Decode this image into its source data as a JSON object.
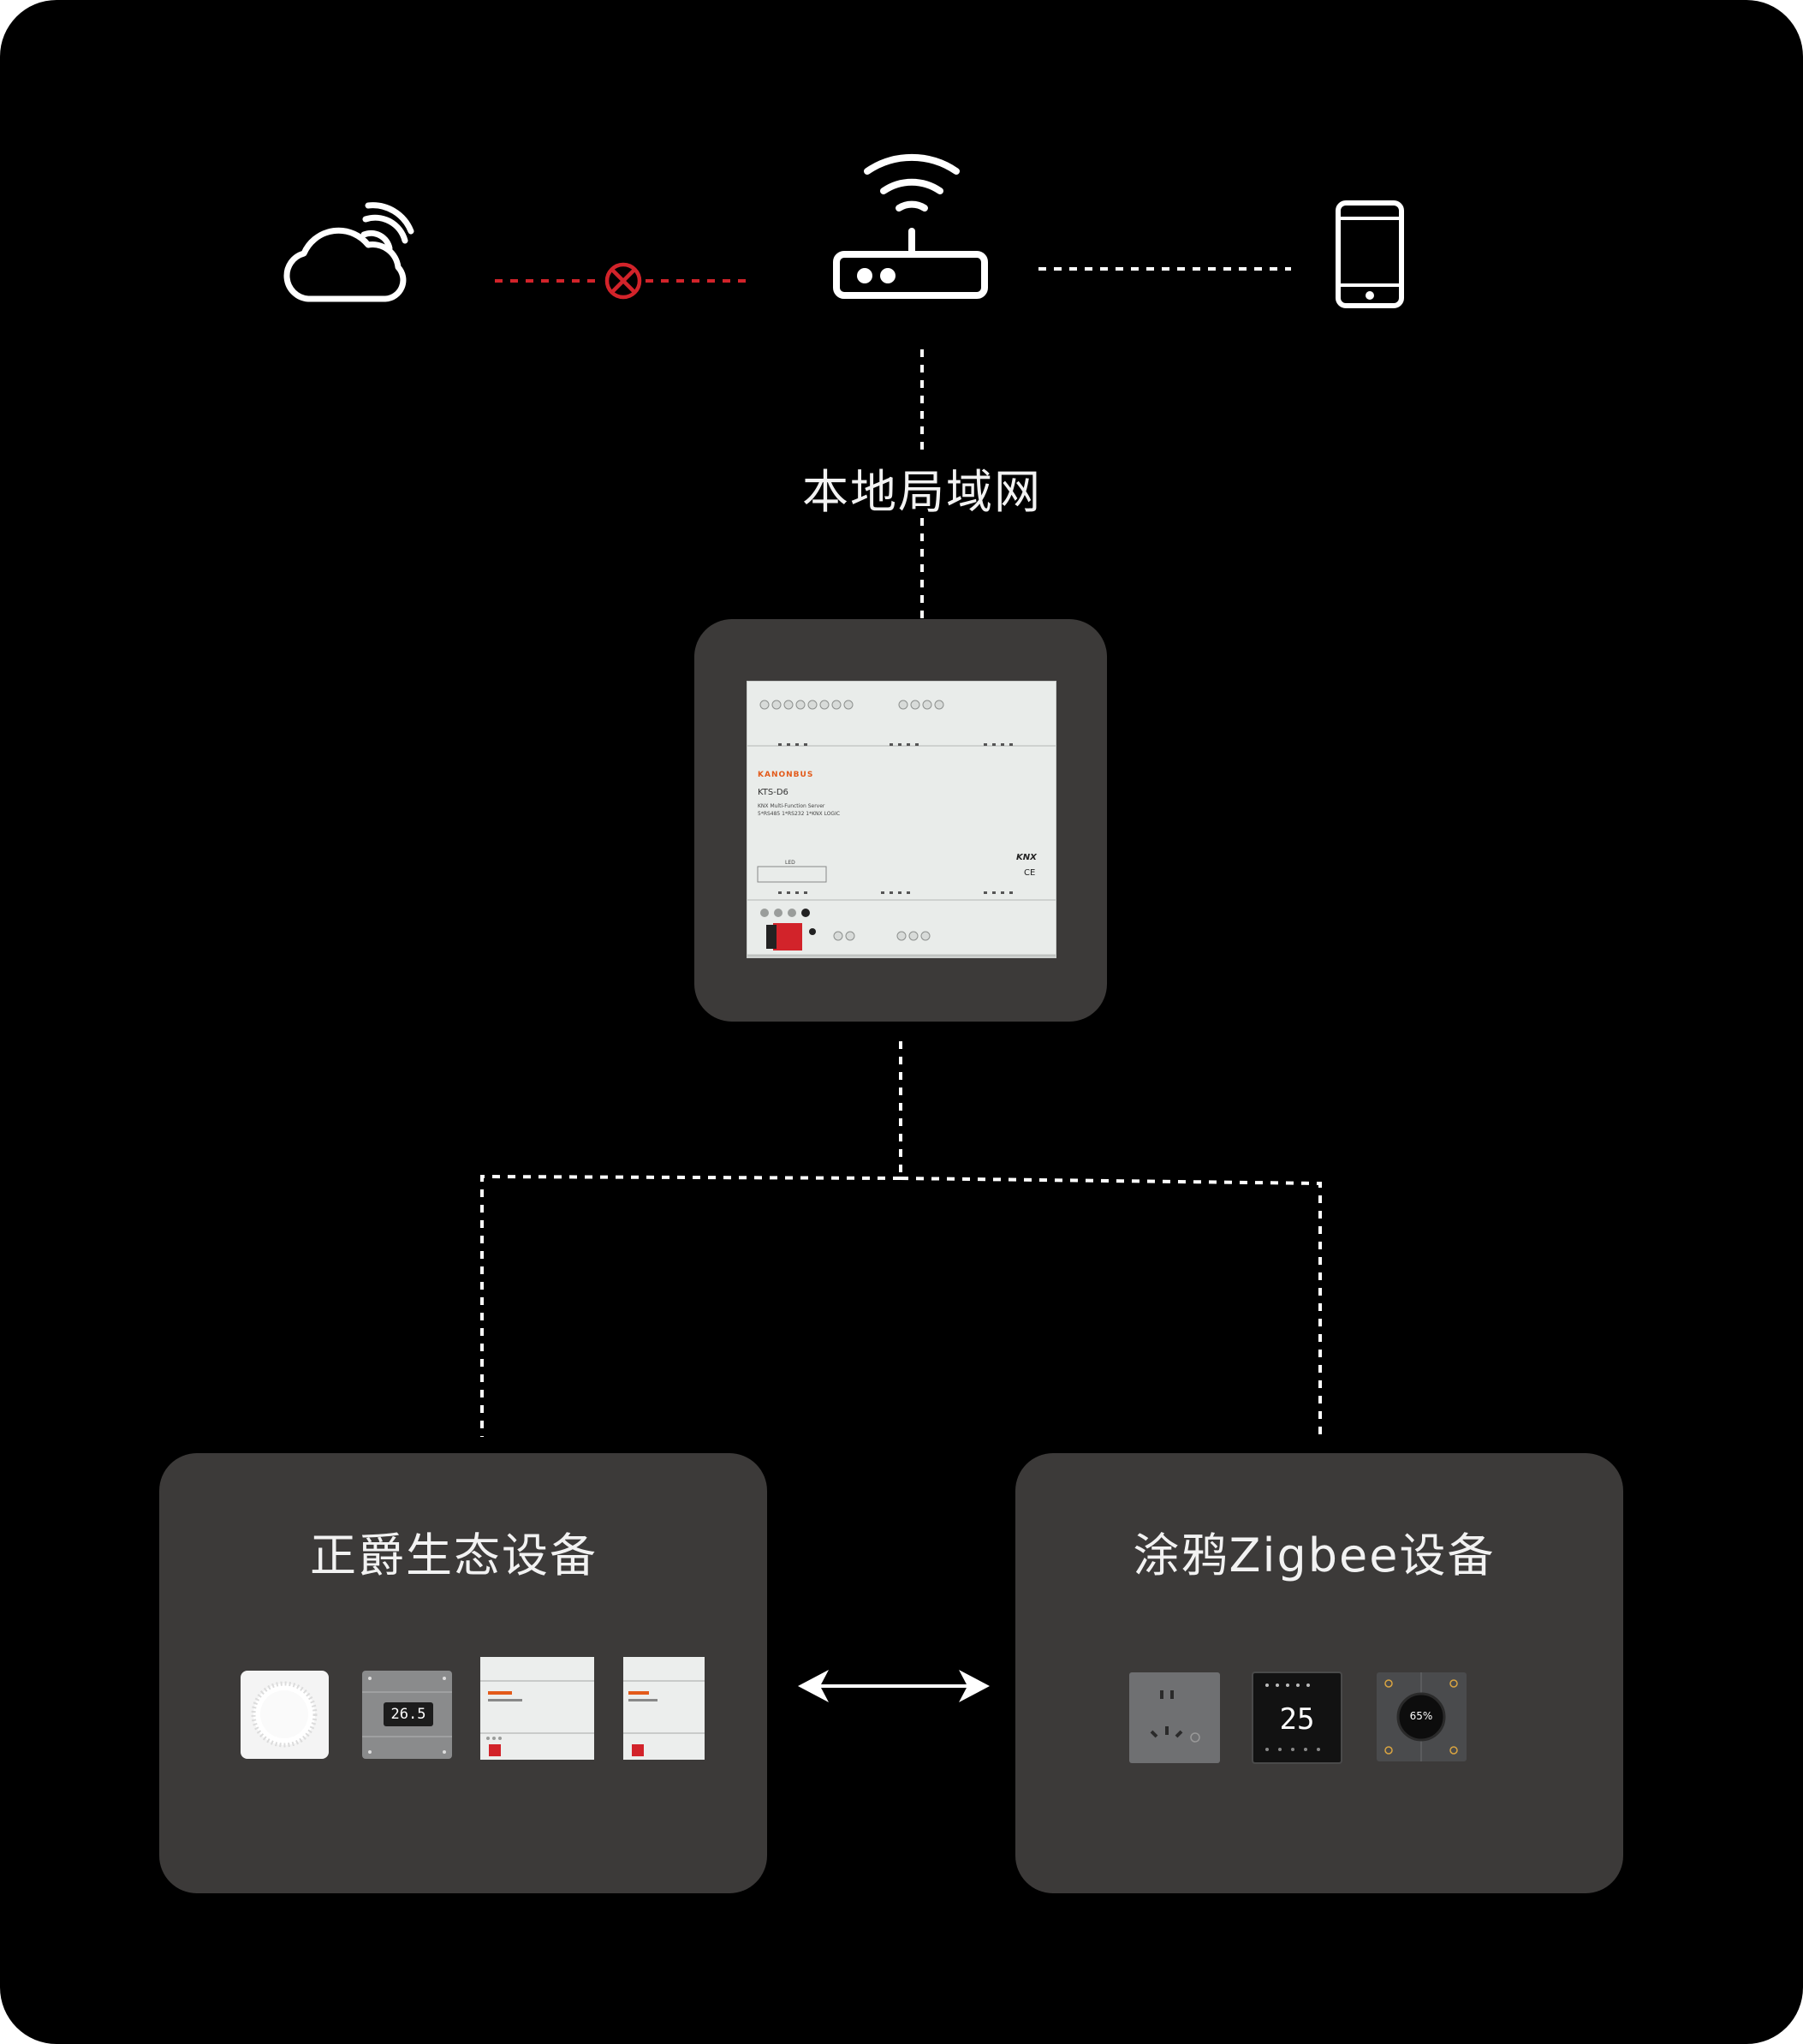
{
  "diagram": {
    "lan_label": "本地局域网",
    "left_group_title": "正爵生态设备",
    "right_group_title": "涂鸦Zigbee设备",
    "cloud_link_status": "disconnected",
    "colors": {
      "background": "#000000",
      "panel": "#3c3a39",
      "line": "#ffffff",
      "error": "#d2232a"
    },
    "nodes": [
      {
        "id": "cloud",
        "icon": "cloud-wifi-icon"
      },
      {
        "id": "router",
        "icon": "wifi-router-icon"
      },
      {
        "id": "phone",
        "icon": "smartphone-icon"
      },
      {
        "id": "gateway",
        "icon": "din-rail-gateway"
      }
    ],
    "gateway_device": {
      "brand": "KANONBUS",
      "model": "KTS-D6",
      "description": "KNX Multi-Function Server",
      "spec": "5*RS485 1*RS232 1*KNX LOGIC",
      "led_label": "LED",
      "knx_mark": "KNX",
      "ce_mark": "CE"
    },
    "left_devices": [
      {
        "icon": "round-knob-panel"
      },
      {
        "icon": "thermostat-panel",
        "display": "26.5"
      },
      {
        "icon": "din-module-wide"
      },
      {
        "icon": "din-module-narrow"
      }
    ],
    "right_devices": [
      {
        "icon": "socket-panel"
      },
      {
        "icon": "touch-thermostat",
        "display": "25"
      },
      {
        "icon": "dial-controller",
        "display": "65%"
      }
    ]
  }
}
